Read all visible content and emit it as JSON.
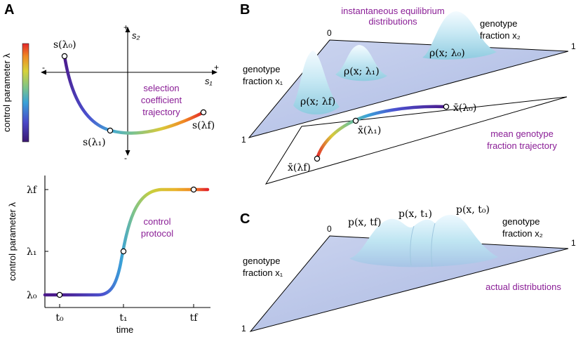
{
  "panels": {
    "a": {
      "letter": "A",
      "colorbar_label": "control parameter λ",
      "traj": {
        "s2_axis": "s₂",
        "s1_axis": "s₁",
        "plus_top": "+",
        "minus_bottom": "-",
        "minus_left": "-",
        "plus_right": "+",
        "point_lambda0": "s(λ₀)",
        "point_lambda1": "s(λ₁)",
        "point_lambdaf": "s(λf)",
        "caption_line1": "selection",
        "caption_line2": "coefficient",
        "caption_line3": "trajectory"
      },
      "protocol": {
        "ylabel": "control parameter λ",
        "xlabel": "time",
        "ytick_f": "λf",
        "ytick_1": "λ₁",
        "ytick_0": "λ₀",
        "xtick_0": "t₀",
        "xtick_1": "t₁",
        "xtick_f": "tf",
        "caption_line1": "control",
        "caption_line2": "protocol"
      }
    },
    "b": {
      "letter": "B",
      "caption_top_line1": "instantaneous equilibrium",
      "caption_top_line2": "distributions",
      "corner_0": "0",
      "corner_1_right": "1",
      "corner_1_left": "1",
      "x2_line1": "genotype",
      "x2_line2": "fraction x₂",
      "x1_line1": "genotype",
      "x1_line2": "fraction x₁",
      "rho_0": "ρ(x; λ₀)",
      "rho_1": "ρ(x; λ₁)",
      "rho_f": "ρ(x; λf)",
      "mean_0": "x̄(λ₀)",
      "mean_1": "x̄(λ₁)",
      "mean_f": "x̄(λf)",
      "caption_mean_line1": "mean genotype",
      "caption_mean_line2": "fraction trajectory"
    },
    "c": {
      "letter": "C",
      "corner_0": "0",
      "corner_1_right": "1",
      "corner_1_left": "1",
      "x2_line1": "genotype",
      "x2_line2": "fraction x₂",
      "x1_line1": "genotype",
      "x1_line2": "fraction x₁",
      "p_f": "p(x, tf)",
      "p_1": "p(x, t₁)",
      "p_0": "p(x, t₀)",
      "caption": "actual distributions"
    }
  },
  "colors": {
    "purple_text": "#8a1e96",
    "plane_fill": "#b7c3e6",
    "rainbow_start": "#4b1a8c",
    "rainbow_end": "#e3262a"
  }
}
